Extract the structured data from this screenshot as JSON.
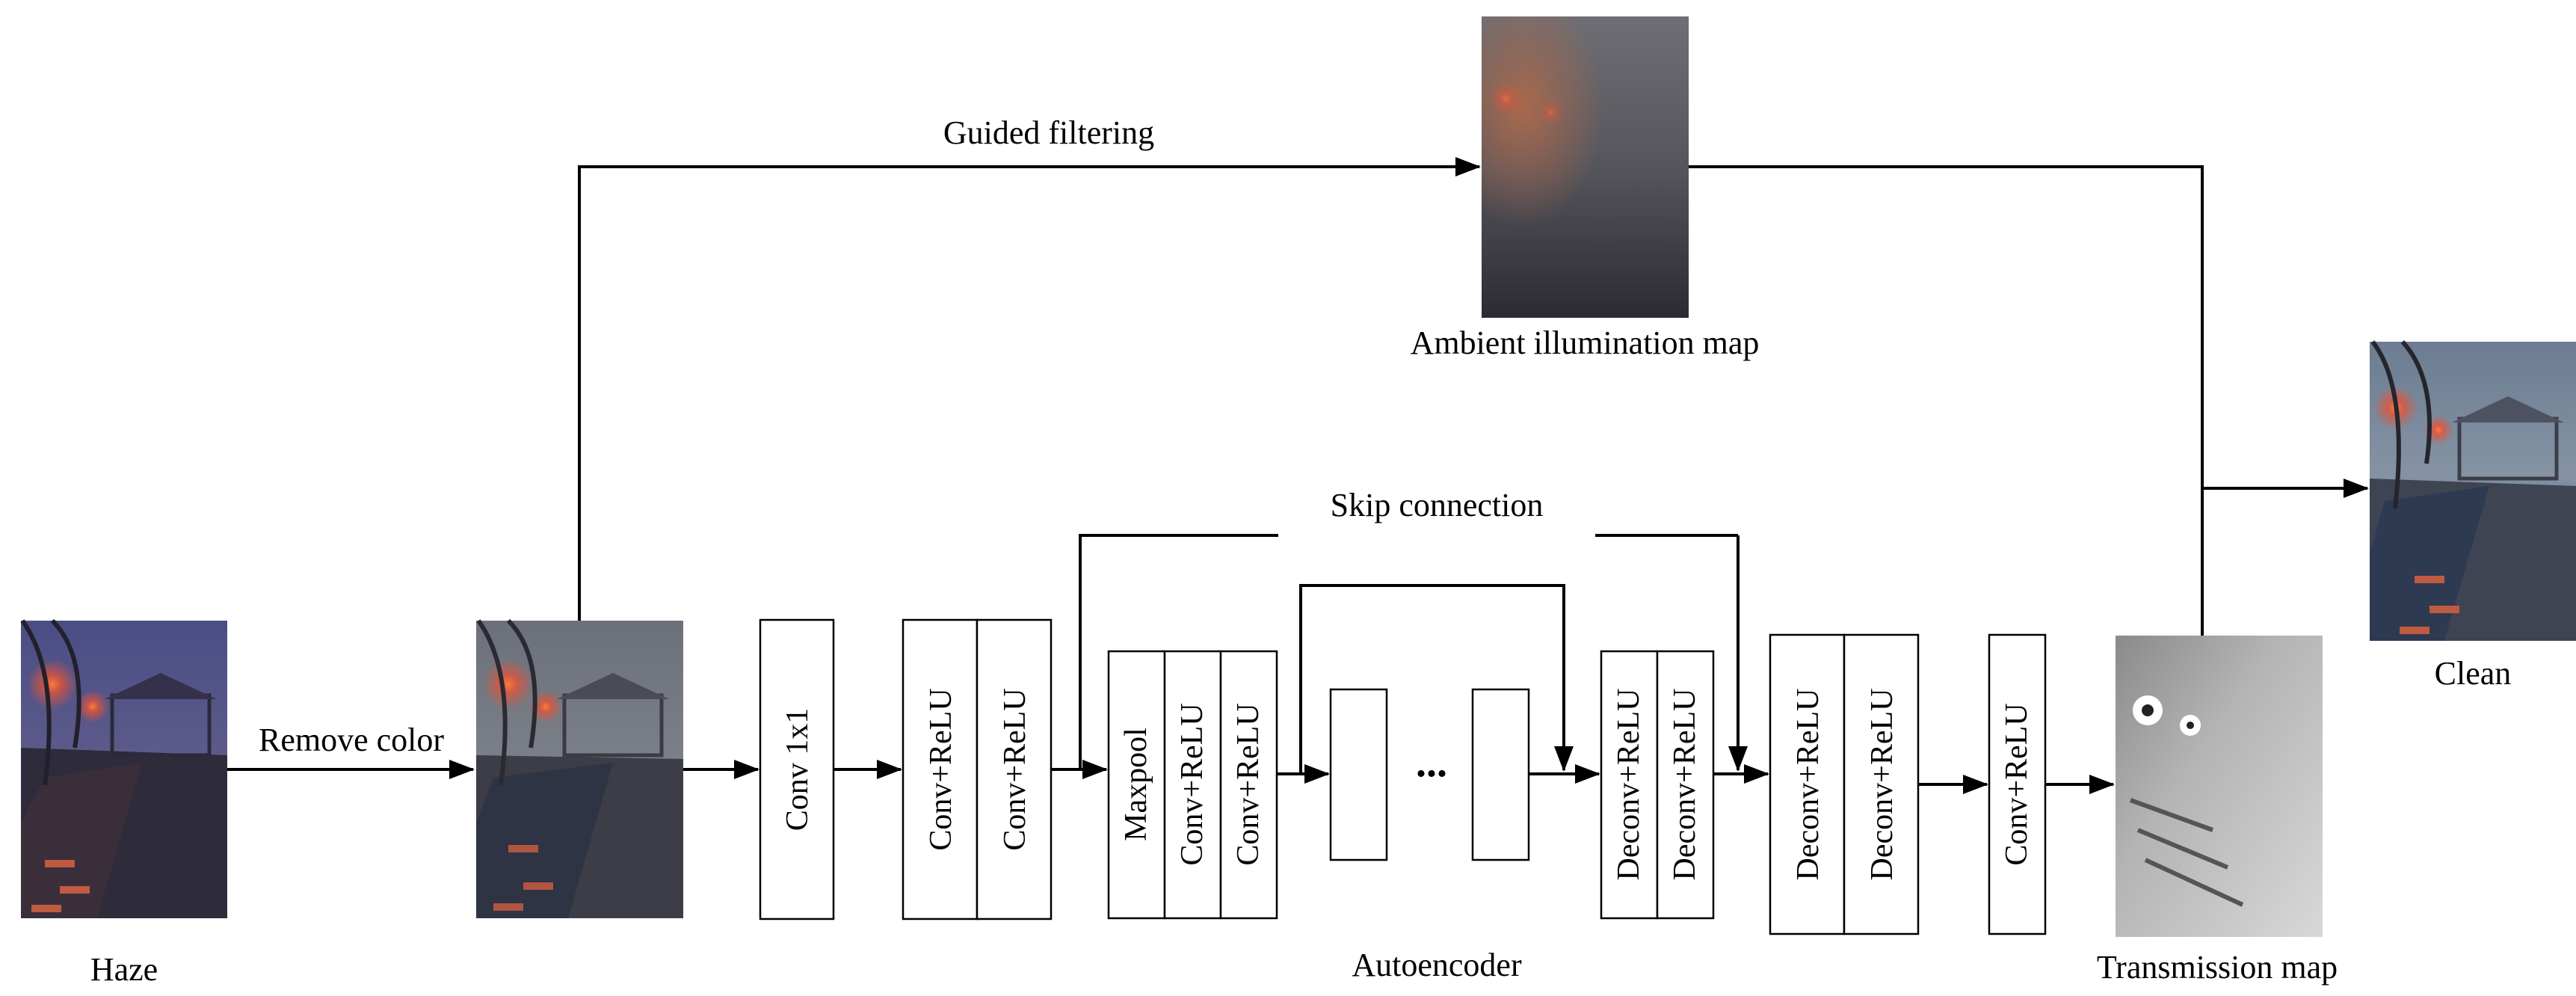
{
  "images": {
    "haze": {
      "label": "Haze"
    },
    "gray_input": {
      "label": ""
    },
    "ambient": {
      "label": "Ambient illumination map"
    },
    "transmission": {
      "label": "Transmission map"
    },
    "clean": {
      "label": "Clean"
    }
  },
  "edges": {
    "remove_color": "Remove color",
    "guided_filtering": "Guided filtering",
    "skip_connection": "Skip connection"
  },
  "blocks": {
    "conv1x1": "Conv 1x1",
    "conv_relu_a": "Conv+ReLU",
    "conv_relu_b": "Conv+ReLU",
    "maxpool": "Maxpool",
    "conv_relu_c": "Conv+ReLU",
    "conv_relu_d": "Conv+ReLU",
    "ellipsis": "...",
    "deconv_a": "Deconv+ReLU",
    "deconv_b": "Deconv+ReLU",
    "deconv_c": "Deconv+ReLU",
    "deconv_d": "Deconv+ReLU",
    "conv_relu_e": "Conv+ReLU"
  },
  "group_label": "Autoencoder"
}
